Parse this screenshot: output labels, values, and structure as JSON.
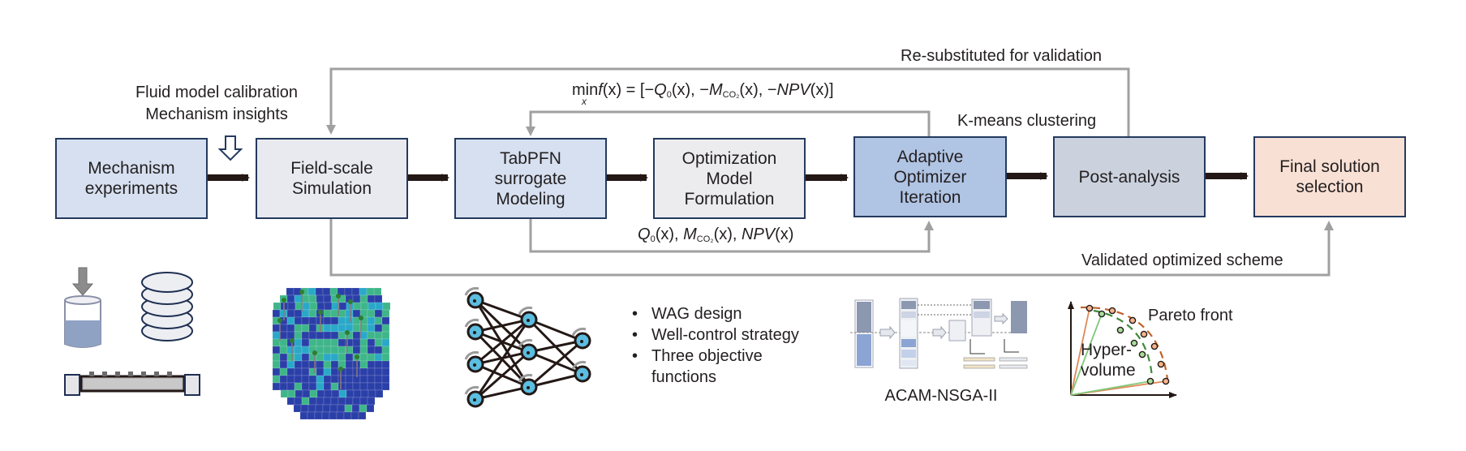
{
  "boxes": {
    "mechanism": {
      "lines": [
        "Mechanism",
        "experiments"
      ],
      "fill": "#d6e0f0"
    },
    "field_scale": {
      "lines": [
        "Field-scale",
        "Simulation"
      ],
      "fill": "#e8eaf0"
    },
    "tabpfn": {
      "lines": [
        "TabPFN",
        "surrogate",
        "Modeling"
      ],
      "fill": "#d6e0f0"
    },
    "optimization": {
      "lines": [
        "Optimization",
        "Model",
        "Formulation"
      ],
      "fill": "#ececef"
    },
    "adaptive": {
      "lines": [
        "Adaptive",
        "Optimizer",
        "Iteration"
      ],
      "fill": "#b0c4e4"
    },
    "post_analysis": {
      "lines": [
        "Post-analysis"
      ],
      "fill": "#cbd2de"
    },
    "final": {
      "lines": [
        "Final solution",
        "selection"
      ],
      "fill": "#f8e0d4"
    }
  },
  "labels": {
    "fluid_calibration": "Fluid model calibration",
    "mechanism_insights": "Mechanism insights",
    "resubstituted": "Re-substituted for validation",
    "kmeans": "K-means clustering",
    "validated_scheme": "Validated optimized scheme",
    "acam": "ACAM-NSGA-II",
    "pareto_front": "Pareto front",
    "hypervolume_1": "Hyper-",
    "hypervolume_2": "volume"
  },
  "formula_top": {
    "min": "min",
    "min_sub": "x",
    "f": "f",
    "x": "(x) = [−",
    "q": "Q",
    "q_sub": "0",
    "q_rest": "(x), −",
    "m": "M",
    "m_sub": "CO₂",
    "m_rest": "(x), −",
    "npv": "NPV",
    "npv_rest": "(x)]"
  },
  "formula_bottom": {
    "q": "Q",
    "q_sub": "0",
    "q_rest": "(x), ",
    "m": "M",
    "m_sub": "CO₂",
    "m_rest": "(x), ",
    "npv": "NPV",
    "npv_rest": "(x)"
  },
  "bullets": [
    "WAG design",
    "Well-control strategy",
    "Three objective",
    "functions"
  ],
  "icons": {
    "flow_arrow": "thick-black-arrow",
    "feedback_arrow": "gray-arrow",
    "insight_arrow": "hollow-down-arrow",
    "beaker": "beaker-icon",
    "core_disks": "stacked-disks-icon",
    "core_holder": "core-holder-icon",
    "reservoir": "reservoir-grid-icon",
    "neural_net": "neural-network-icon",
    "acam_flow": "algorithm-flow-icon",
    "pareto_chart": "pareto-chart-icon"
  },
  "colors": {
    "border": "#243a5e",
    "flow_arrow": "#231815",
    "feedback_line": "#a0a0a0",
    "pareto_orange": "#e08a58",
    "pareto_orange_dash": "#c0622a",
    "hypervolume_green": "#82c87a",
    "hypervolume_green_dash": "#3f8a3a",
    "nn_node": "#5bbde0",
    "reservoir_teal": "#3fb58a",
    "reservoir_cyan": "#2aa8c8",
    "reservoir_blue": "#2b3fa8"
  }
}
